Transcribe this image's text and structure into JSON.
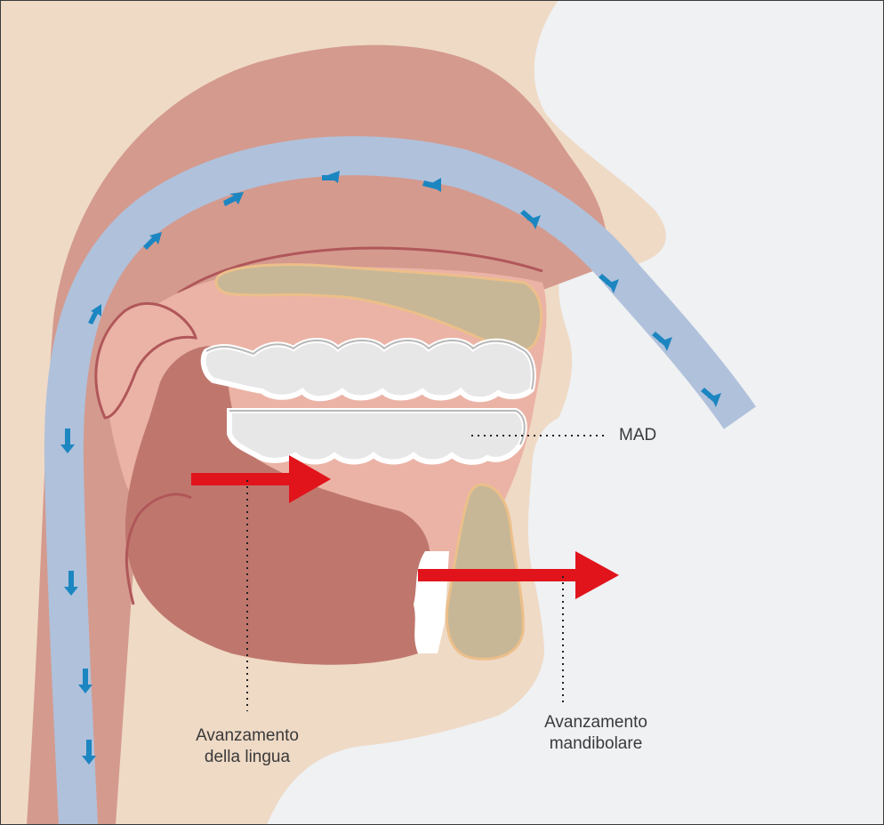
{
  "labels": {
    "mad": "MAD",
    "tongue": [
      "Avanzamento",
      "della lingua"
    ],
    "mandible": [
      "Avanzamento",
      "mandibolare"
    ]
  },
  "colors": {
    "background": "#eff1f3",
    "skin": "#efdac6",
    "tissue": "#d49a8e",
    "oral_cavity": "#ebb3a6",
    "tongue": "#bf776d",
    "airway": "#b0c1db",
    "airflow_arrows": "#1c86c1",
    "bone": "#c7b797",
    "bone_outline": "#ecbf8a",
    "device": "#e7e7e7",
    "advancement_arrows": "#e1141c"
  },
  "icons": {
    "airflow": "arrow-icon",
    "advancement": "arrow-right-icon"
  }
}
